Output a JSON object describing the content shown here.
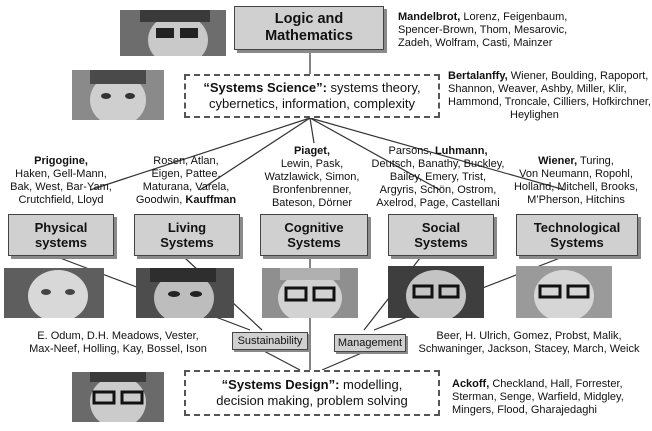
{
  "boxes": {
    "logic": "Logic and\nMathematics",
    "systems_science_head": "“Systems Science”:",
    "systems_science_tail": " systems theory,",
    "systems_science_line2": "cybernetics, information, complexity",
    "physical": "Physical\nsystems",
    "living": "Living\nSystems",
    "cognitive": "Cognitive\nSystems",
    "social": "Social\nSystems",
    "technological": "Technological\nSystems",
    "sustainability": "Sustainability",
    "management": "Management",
    "systems_design_head": "“Systems Design”:",
    "systems_design_tail": " modelling,",
    "systems_design_line2": "decision making, problem solving"
  },
  "names": {
    "logic": {
      "lead": "Mandelbrot,",
      "rest": " Lorenz, Feigenbaum,",
      "lines": [
        "Spencer-Brown, Thom, Mesarovic,",
        "Zadeh, Wolfram, Casti, Mainzer"
      ]
    },
    "systems_science": {
      "lead": "Bertalanffy,",
      "rest": " Wiener, Boulding, Rapoport,",
      "lines": [
        "Shannon, Weaver, Ashby, Miller, Klir,",
        "Hammond, Troncale, Cilliers, Hofkirchner,",
        "Heylighen"
      ]
    },
    "physical": {
      "lead": "Prigogine,",
      "lines": [
        "Haken, Gell-Mann,",
        "Bak, West, Bar-Yam,",
        "Crutchfield, Lloyd"
      ]
    },
    "living": {
      "lines": [
        "Rosen, Atlan,",
        "Eigen, Pattee,",
        "Maturana, Varela,"
      ],
      "last_pre": "Goodwin, ",
      "last_bold": "Kauffman"
    },
    "cognitive": {
      "lead": "Piaget,",
      "lines": [
        "Lewin, Pask,",
        "Watzlawick, Simon,",
        "Bronfenbrenner,",
        "Bateson, Dörner"
      ]
    },
    "social": {
      "first_pre": "Parsons, ",
      "first_bold": "Luhmann,",
      "lines": [
        "Deutsch, Banathy, Buckley,",
        "Bailey, Emery, Trist,",
        "Argyris, Schön, Ostrom,",
        "Axelrod, Page, Castellani"
      ]
    },
    "technological": {
      "lead": "Wiener,",
      "rest": " Turing,",
      "lines": [
        "Von Neumann, Ropohl,",
        "Holland, Mitchell, Brooks,",
        "M’Pherson, Hitchins"
      ]
    },
    "sustainability": {
      "lines": [
        "E. Odum,  D.H. Meadows, Vester,",
        "Max-Neef, Holling, Kay, Bossel, Ison"
      ]
    },
    "management": {
      "lines": [
        "Beer, H. Ulrich, Gomez, Probst, Malik,",
        "Schwaninger, Jackson, Stacey, March, Weick"
      ]
    },
    "systems_design": {
      "lead": "Ackoff,",
      "rest": " Checkland, Hall, Forrester,",
      "lines": [
        "Sterman, Senge, Warfield, Midgley,",
        "Mingers, Flood, Gharajedaghi"
      ]
    }
  },
  "colors": {
    "box_fill": "#d0d0d0",
    "box_border": "#444444",
    "line": "#333333",
    "photo_bg": "#7a7a7a"
  }
}
